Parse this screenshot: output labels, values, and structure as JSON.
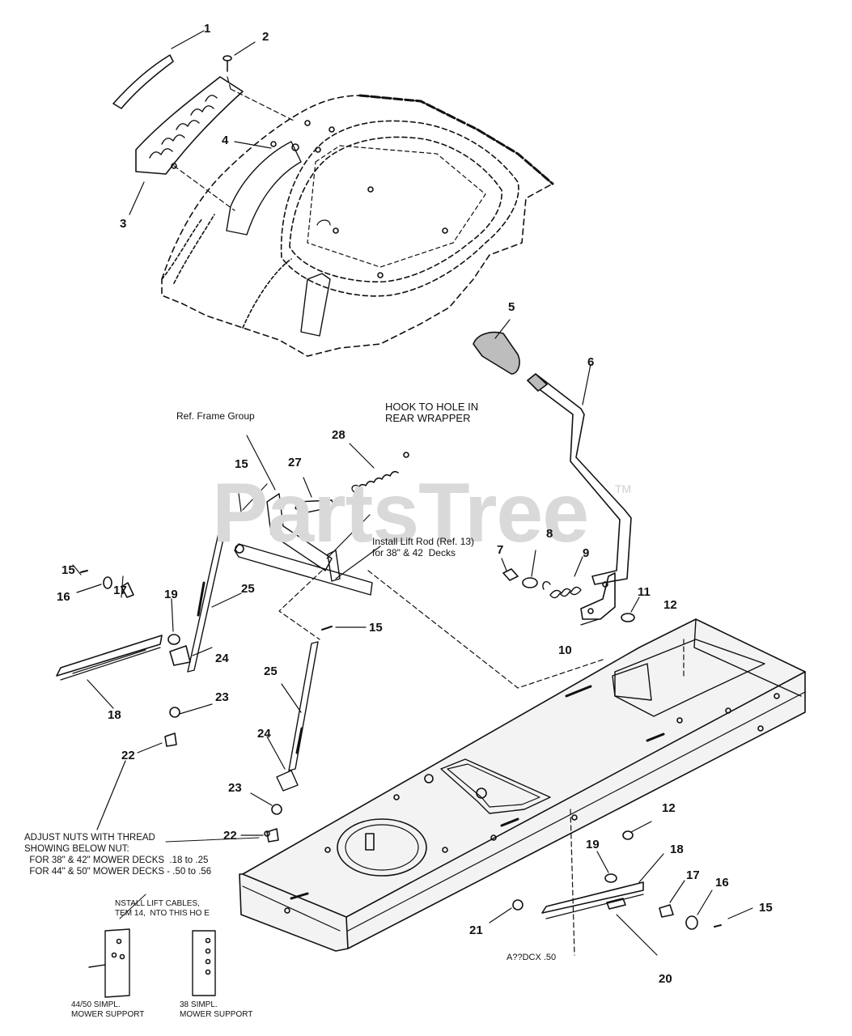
{
  "watermark": {
    "text": "PartsTree",
    "tm": "TM"
  },
  "callouts": [
    "1",
    "2",
    "3",
    "4",
    "5",
    "6",
    "7",
    "8",
    "9",
    "10",
    "11",
    "12",
    "12",
    "15",
    "15",
    "15",
    "15",
    "16",
    "16",
    "17",
    "17",
    "18",
    "18",
    "19",
    "19",
    "20",
    "21",
    "22",
    "22",
    "23",
    "23",
    "24",
    "24",
    "25",
    "25",
    "27",
    "28"
  ],
  "notes": {
    "hook": "HOOK TO HOLE IN\nREAR WRAPPER",
    "ref_frame": "Ref. Frame Group",
    "install_lift_rod": "Install Lift Rod (Ref. 13)\nfor 38\" & 42  Decks",
    "adjust_nuts": "ADJUST NUTS WITH THREAD\nSHOWING BELOW NUT:\n  FOR 38\" & 42\" MOWER DECKS  .18 to .25\n  FOR 44\" & 50\" MOWER DECKS - .50 to .56",
    "install_cables": "NSTALL LIFT CABLES,\nTEM 14,  NTO THIS HO E",
    "support_4450": "44/50 SIMPL.\nMOWER SUPPORT",
    "support_38": "38 SIMPL.\nMOWER SUPPORT",
    "drawing_code": "A??DCX .50"
  }
}
